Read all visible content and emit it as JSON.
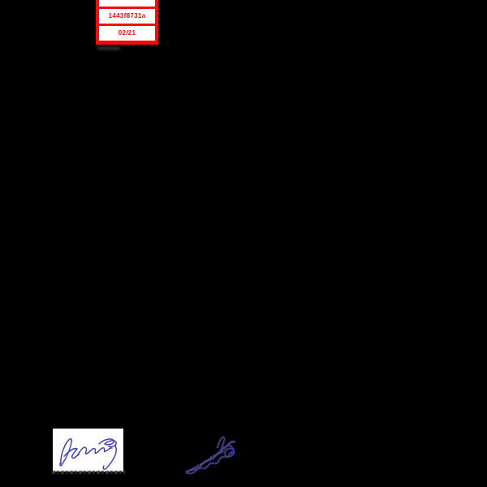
{
  "page": {
    "background_color": "#000000"
  },
  "stamp": {
    "border_color": "#f20d0d",
    "cell_color": "#ffffff",
    "text_color": "#f20d0d",
    "top_row_text": "",
    "hash_value": "1443f8731a",
    "date_value": "02/21"
  },
  "signatures": {
    "card_signature": {
      "description": "handwritten cursive ink signature on white card",
      "ink_color": "#4343b2",
      "card_color": "#ffffff"
    },
    "scribble_signature": {
      "description": "speckled blue-violet scribble signature",
      "ink_color": "#6a62d6",
      "accent_dot_color": "#2b2bd0"
    }
  }
}
